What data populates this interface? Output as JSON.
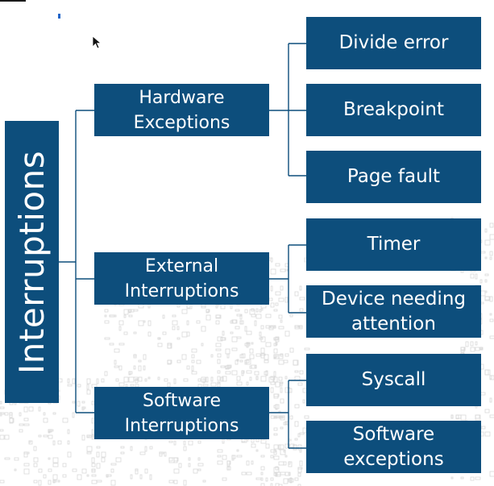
{
  "root": {
    "label": "Interruptions"
  },
  "categories": [
    {
      "label_lines": [
        "Hardware",
        "Exceptions"
      ],
      "children": [
        {
          "label_lines": [
            "Divide error"
          ]
        },
        {
          "label_lines": [
            "Breakpoint"
          ]
        },
        {
          "label_lines": [
            "Page fault"
          ]
        }
      ]
    },
    {
      "label_lines": [
        "External",
        "Interruptions"
      ],
      "children": [
        {
          "label_lines": [
            "Timer"
          ]
        },
        {
          "label_lines": [
            "Device needing",
            "attention"
          ]
        }
      ]
    },
    {
      "label_lines": [
        "Software",
        "Interruptions"
      ],
      "children": [
        {
          "label_lines": [
            "Syscall"
          ]
        },
        {
          "label_lines": [
            "Software",
            "exceptions"
          ]
        }
      ]
    }
  ],
  "colors": {
    "box_fill": "#0d4e7c",
    "box_text": "#ffffff",
    "connector": "#0d4e7c",
    "background_pattern": "#d9d9d9"
  },
  "icons": [
    "mouse-cursor-icon"
  ]
}
